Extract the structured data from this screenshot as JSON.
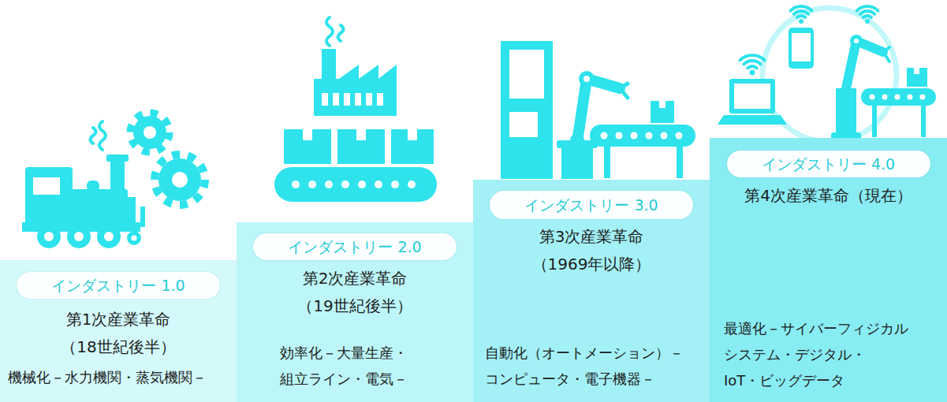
{
  "diagram": {
    "nodes": [
      {
        "text": [
          "第1次産業革命 （18世紀後半）",
          "機械化－水力機関・蒸気機関－"
        ]
      },
      {
        "text": [
          "インダストリー 1.0"
        ],
        "in": 0
      },
      {
        "text": [
          "第2次産業革命 （19世紀後半）",
          "効率化－大量生産・ 組立ライン・電気－"
        ]
      },
      {
        "text": [
          "インダストリー 2.0"
        ],
        "in": 2
      },
      {
        "text": [
          "第3次産業革命 （1969年以降）",
          "自動化（オートメーション）－ コンピュータ・電子機器－"
        ]
      },
      {
        "text": [
          "インダストリー 3.0"
        ],
        "in": 4
      },
      {
        "text": [
          "第4次産業革命（現在）",
          "最適化－サイバーフィジカル システム・デジタル・ IoT・ビッグデータ"
        ]
      },
      {
        "text": [
          "インダストリー 4.0"
        ],
        "in": 6
      }
    ]
  }
}
